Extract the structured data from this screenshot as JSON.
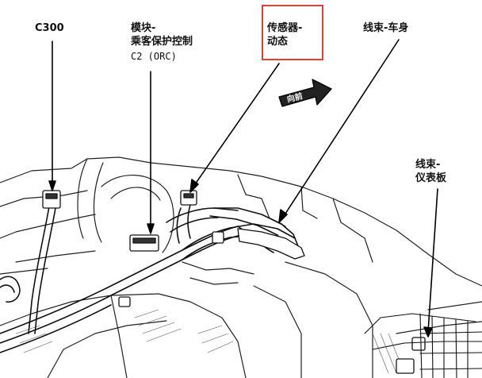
{
  "callouts": {
    "c300": "C300",
    "module_line1": "模块-",
    "module_line2": "乘客保护控制",
    "module_line3": "C2 (ORC)",
    "sensor_line1": "传感器-",
    "sensor_line2": "动态",
    "harness_body": "线束-车身",
    "harness_ip_line1": "线束-",
    "harness_ip_line2": "仪表板"
  },
  "direction_arrow": {
    "label": "向前"
  },
  "highlight": {
    "color": "#e0403a",
    "target": "sensor"
  }
}
